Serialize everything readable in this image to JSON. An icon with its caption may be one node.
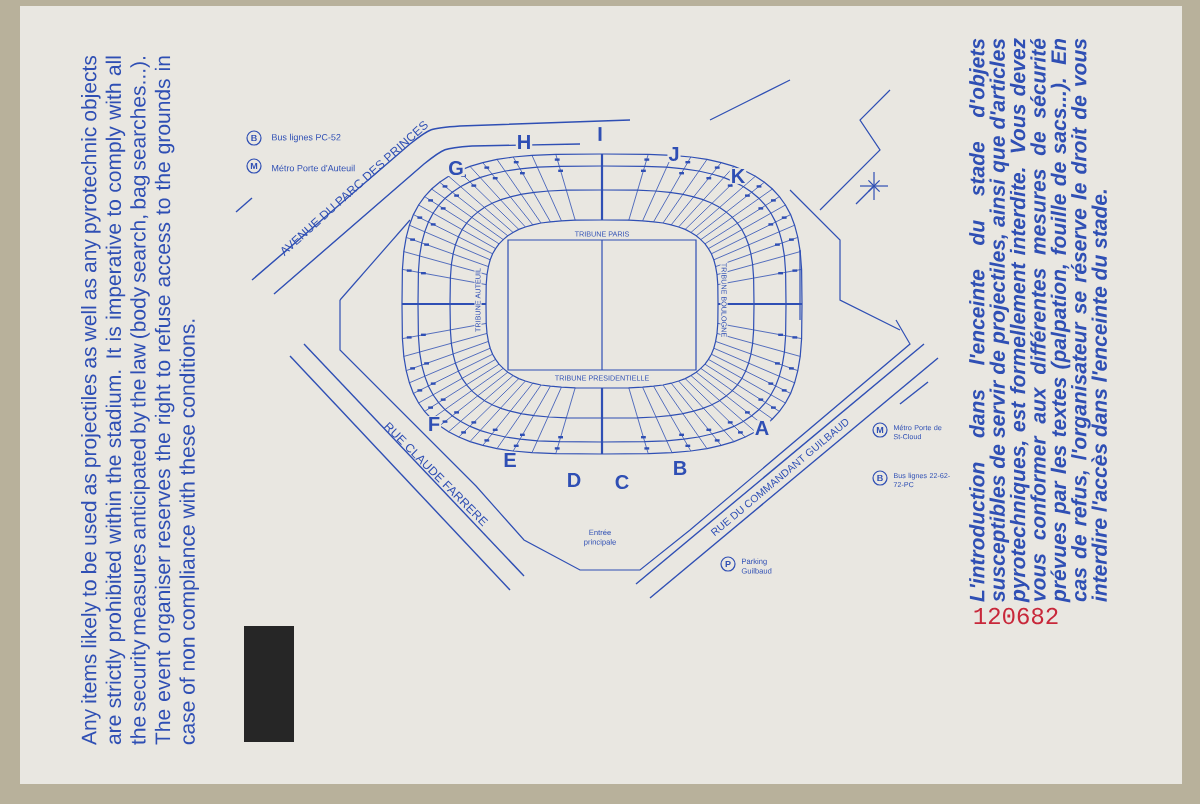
{
  "diagram": {
    "labels": [
      "Any items likely to be used as projectiles as well as any pyrotechnic objects are strictly prohibited within the stadium. It is imperative to comply with all the security measures anticipated by the law (body search, bag searches...). The event organiser reserves the right to refuse access to the grounds in case of non compliance with these conditions.",
      "B",
      "Bus lignes PC-52",
      "M",
      "Métro Porte d'Auteuil",
      "AVENUE DU PARC DES PRINCES",
      "G",
      "H",
      "I",
      "J",
      "K",
      "TRIBUNE PARIS",
      "TRIBUNE AUTEUIL",
      "TRIBUNE BOULOGNE",
      "TRIBUNE PRESIDENTIELLE",
      "RUE CLAUDE FARRERE",
      "F",
      "E",
      "D",
      "C",
      "B",
      "A",
      "RUE DU COMMANDANT GUILBAUD",
      "Entrée principale",
      "P",
      "Parking Guilbaud",
      "M",
      "Métro Porte de St-Cloud",
      "B",
      "Bus lignes 22-62-72-PC",
      "120682",
      "L'introduction dans l'enceinte du stade d'objets susceptibles de servir de projectiles, ainsi que d'articles pyrotechniques, est formellement interdite. Vous devez vous conformer aux différentes mesures de sécurité prévues par les textes (palpation, fouille de sacs...). En cas de refus, l'organisateur se réserve le droit de vous interdire l'accès dans l'enceinte du stade."
    ]
  }
}
